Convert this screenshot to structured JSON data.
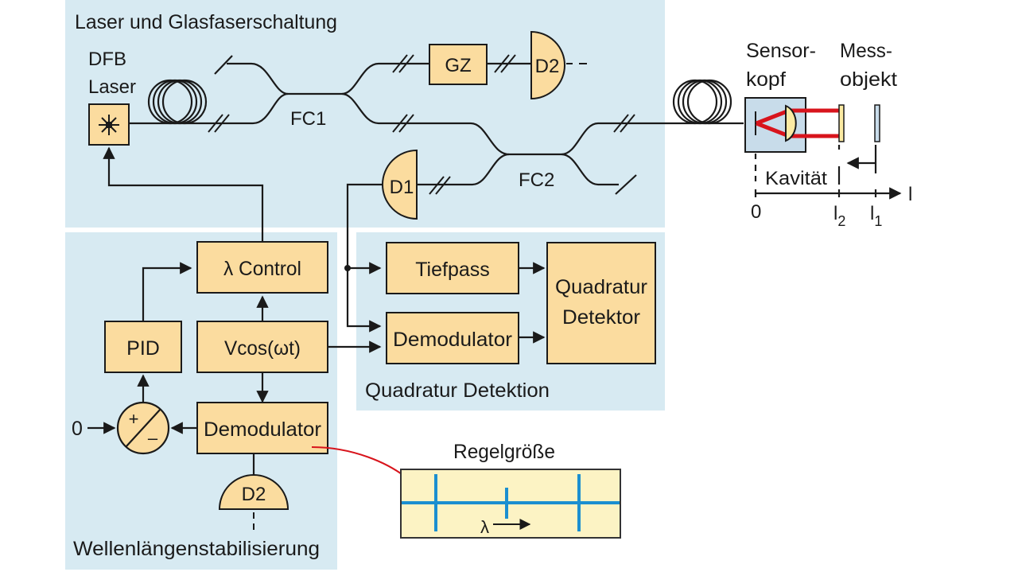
{
  "colors": {
    "panel": "#d7eaf2",
    "block": "#fbdc9f",
    "line": "#1a1a1a",
    "laser_beam": "#d8141c",
    "signal": "#1b8fd0",
    "plot_bg": "#fcf3c4",
    "mirror_yellow": "#fbeaa2",
    "mirror_blue": "#c8dcea",
    "red_arrow": "#d8141c"
  },
  "panels": {
    "laser": {
      "title": "Laser und Glasfaserschaltung"
    },
    "wavelength": {
      "title": "Wellenlängenstabilisierung"
    },
    "quadrature": {
      "title": "Quadratur Detektion"
    }
  },
  "laser_source": {
    "line1": "DFB",
    "line2": "Laser",
    "icon": "asterisk-icon"
  },
  "couplers": {
    "fc1": "FC1",
    "fc2": "FC2"
  },
  "blocks": {
    "gz": "GZ",
    "d2_top": "D2",
    "d1": "D1",
    "lambda_control": "λ Control",
    "pid": "PID",
    "vcos": "Vcos(ωt)",
    "demod_left": "Demodulator",
    "d2_bottom": "D2",
    "tiefpass": "Tiefpass",
    "demod_right": "Demodulator",
    "quad_det_line1": "Quadratur",
    "quad_det_line2": "Detektor"
  },
  "summer": {
    "plus": "+",
    "minus": "–",
    "input_label": "0"
  },
  "sensor": {
    "head_line1": "Sensor-",
    "head_line2": "kopf",
    "object_line1": "Mess-",
    "object_line2": "objekt",
    "cavity": "Kavität",
    "axis_label": "l",
    "tick_zero": "0",
    "tick_l2": "l",
    "tick_l2_sub": "2",
    "tick_l1": "l",
    "tick_l1_sub": "1"
  },
  "signal_plot": {
    "title": "Regelgröße",
    "axis_label": "λ"
  }
}
